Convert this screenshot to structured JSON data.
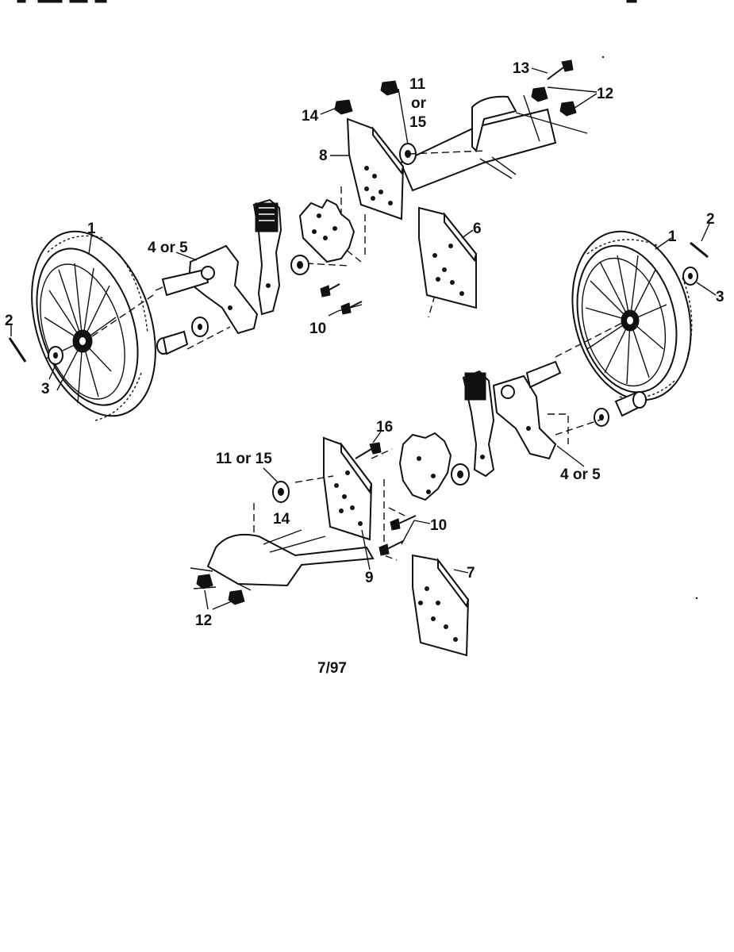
{
  "callouts": [
    {
      "id": "c-13",
      "text": "13"
    },
    {
      "id": "c-11-top",
      "text": "11"
    },
    {
      "id": "c-or-top",
      "text": "or"
    },
    {
      "id": "c-15-top",
      "text": "15"
    },
    {
      "id": "c-12-top",
      "text": "12"
    },
    {
      "id": "c-14-top",
      "text": "14"
    },
    {
      "id": "c-8",
      "text": "8"
    },
    {
      "id": "c-1-left",
      "text": "1"
    },
    {
      "id": "c-4or5-left",
      "text": "4 or 5"
    },
    {
      "id": "c-6",
      "text": "6"
    },
    {
      "id": "c-2-right",
      "text": "2"
    },
    {
      "id": "c-1-right",
      "text": "1"
    },
    {
      "id": "c-3-right",
      "text": "3"
    },
    {
      "id": "c-2-left",
      "text": "2"
    },
    {
      "id": "c-3-left",
      "text": "3"
    },
    {
      "id": "c-10-top",
      "text": "10"
    },
    {
      "id": "c-16",
      "text": "16"
    },
    {
      "id": "c-11or15-bottom",
      "text": "11 or 15"
    },
    {
      "id": "c-14-bottom",
      "text": "14"
    },
    {
      "id": "c-4or5-right",
      "text": "4 or 5"
    },
    {
      "id": "c-10-bottom",
      "text": "10"
    },
    {
      "id": "c-9",
      "text": "9"
    },
    {
      "id": "c-7",
      "text": "7"
    },
    {
      "id": "c-12-bottom",
      "text": "12"
    }
  ],
  "date_code": "7/97"
}
